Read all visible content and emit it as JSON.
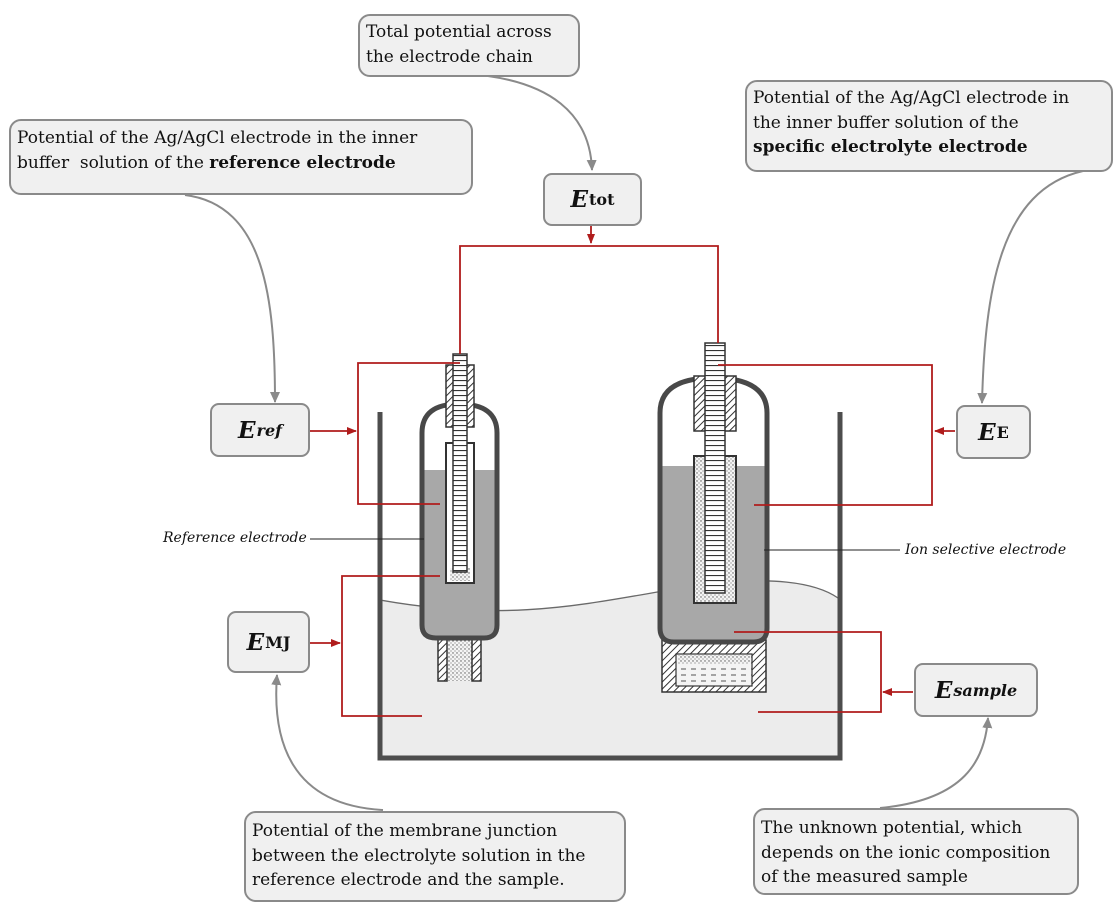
{
  "callouts": {
    "total": {
      "line1": "Total potential across",
      "line2": "the electrode chain"
    },
    "reference": {
      "line1": "Potential of the Ag/AgCl electrode in the inner",
      "line2_prefix": "buffer  solution of the ",
      "line2_bold": "reference electrode"
    },
    "specific": {
      "line1": "Potential of the Ag/AgCl electrode in",
      "line2": "the inner buffer solution of the",
      "line3_bold": "specific electrolyte electrode"
    },
    "membrane": {
      "line1": "Potential of the membrane junction",
      "line2": "between the electrolyte solution in the",
      "line3": "reference electrode and the sample."
    },
    "unknown": {
      "line1": "The unknown potential, which",
      "line2": "depends on the ionic composition",
      "line3": "of the measured sample"
    }
  },
  "potentials": {
    "tot": {
      "symbol": "E",
      "subscript": "tot"
    },
    "ref": {
      "symbol": "E",
      "subscript": "ref"
    },
    "E": {
      "symbol": "E",
      "subscript": "E"
    },
    "MJ": {
      "symbol": "E",
      "subscript": "MJ"
    },
    "sample": {
      "symbol": "E",
      "subscript": "sample"
    }
  },
  "labels": {
    "reference_electrode": "Reference electrode",
    "ion_selective_electrode": "Ion selective electrode"
  },
  "colors": {
    "wire": "#b01c1c",
    "arrow_gray": "#8a8a8a",
    "box_fill": "#f0f0f0",
    "box_border": "#8a8a8a",
    "inner_solution": "#a8a8a8",
    "sample_solution": "#ececec",
    "glass": "#484848"
  }
}
